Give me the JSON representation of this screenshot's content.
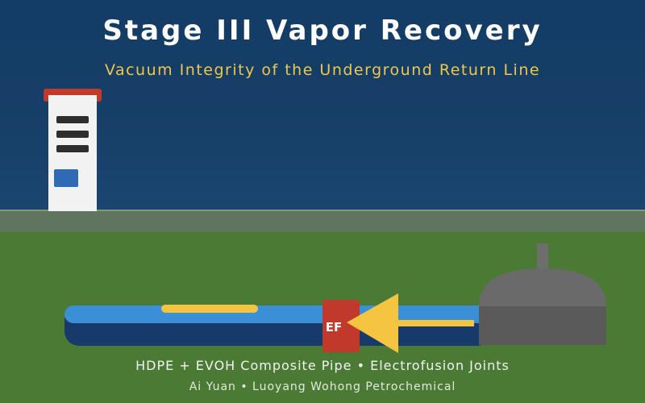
{
  "header": {
    "title": "Stage III Vapor Recovery",
    "subtitle": "Vacuum Integrity of the Underground Return Line"
  },
  "diagram": {
    "joint_label": "EF",
    "caption": "HDPE + EVOH Composite Pipe • Electrofusion Joints",
    "credit": "Ai Yuan • Luoyang Wohong Petrochemical"
  },
  "colors": {
    "sky": "#133c66",
    "ground": "#4a7a34",
    "pipe": "#3a8fd6",
    "joint": "#c0392b",
    "arrow": "#f5c542",
    "tank": "#5a5a5a",
    "accent_text": "#f0c74a"
  },
  "icons": [
    "fuel-dispenser-icon",
    "storage-tank-icon",
    "flow-arrow-icon"
  ]
}
